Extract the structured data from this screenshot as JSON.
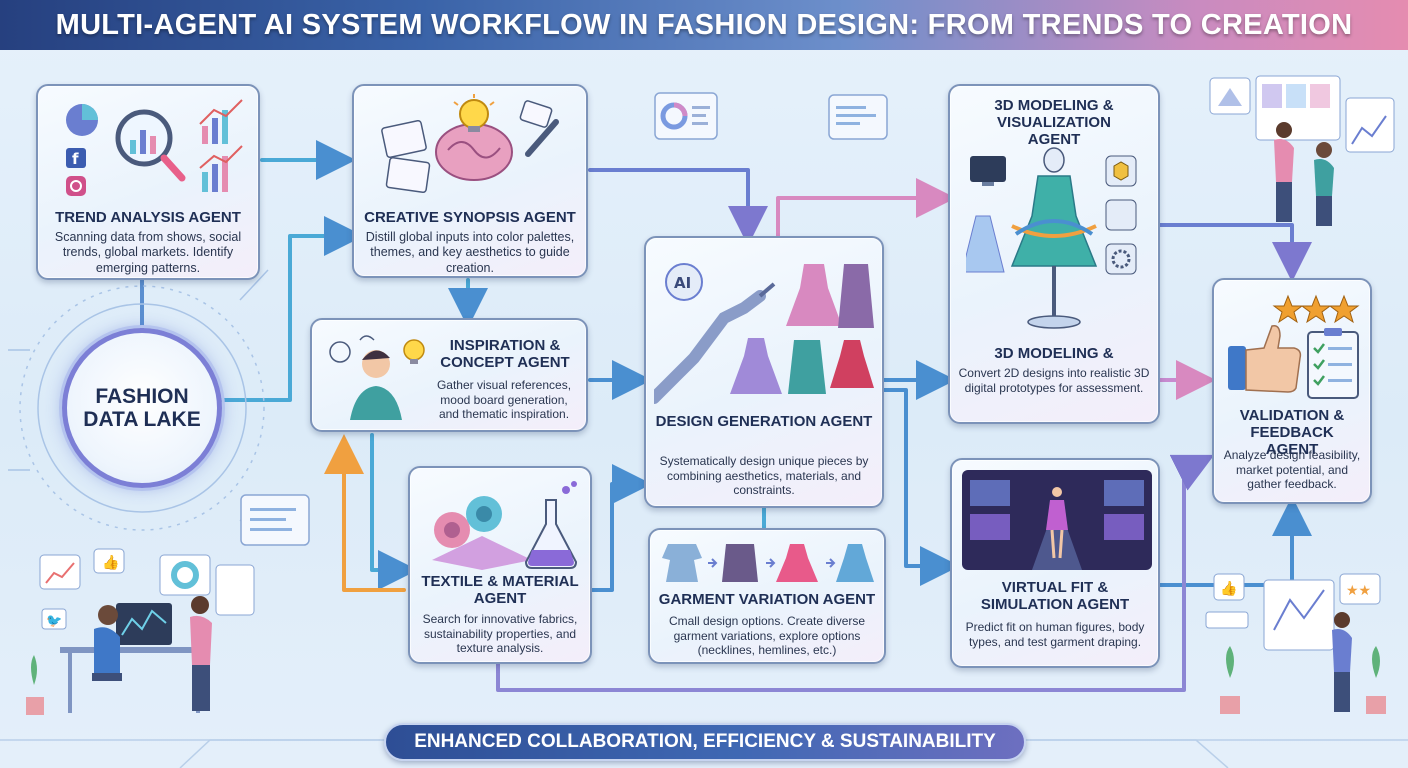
{
  "title": "MULTI-AGENT AI SYSTEM WORKFLOW IN FASHION DESIGN: FROM TRENDS TO CREATION",
  "data_lake": {
    "line1": "FASHION",
    "line2": "DATA LAKE"
  },
  "agents": {
    "trend": {
      "name": "TREND ANALYSIS AGENT",
      "desc": "Scanning data from shows, social trends, global markets. Identify emerging patterns."
    },
    "synopsis": {
      "name": "CREATIVE SYNOPSIS AGENT",
      "desc": "Distill global inputs into color palettes, themes, and key aesthetics to guide creation."
    },
    "inspiration": {
      "name": "INSPIRATION & CONCEPT AGENT",
      "desc": "Gather visual references, mood board generation, and thematic inspiration."
    },
    "design": {
      "name": "DESIGN GENERATION AGENT",
      "desc": "Systematically design unique pieces by combining aesthetics, materials, and constraints.",
      "badge": "AI"
    },
    "textile": {
      "name": "TEXTILE & MATERIAL AGENT",
      "desc": "Search for innovative fabrics, sustainability properties, and texture analysis."
    },
    "garment": {
      "name": "GARMENT VARIATION AGENT",
      "desc": "Cmall design options. Create diverse garment variations, explore options (necklines, hemlines, etc.)"
    },
    "modeling": {
      "name_top": "3D MODELING & VISUALIZATION AGENT",
      "name": "3D MODELING &",
      "desc": "Convert 2D designs into realistic 3D digital prototypes for assessment."
    },
    "virtual": {
      "name": "VIRTUAL FIT & SIMULATION AGENT",
      "desc": "Predict fit on human figures, body types, and test garment draping."
    },
    "validation": {
      "name": "VALIDATION & FEEDBACK AGENT",
      "desc": "Analyze design feasibility, market potential, and gather feedback."
    }
  },
  "footer": "ENHANCED COLLABORATION, EFFICIENCY & SUSTAINABILITY",
  "icons": [
    "pie-chart-icon",
    "facebook-icon",
    "instagram-icon",
    "twitter-icon",
    "magnifier-icon",
    "bar-chart-icon",
    "lightbulb-icon",
    "brain-icon",
    "pencil-icon",
    "person-thinking-icon",
    "robot-hand-icon",
    "dress-icon",
    "coat-icon",
    "fabric-roll-icon",
    "flask-icon",
    "mannequin-icon",
    "cube-icon",
    "gear-icon",
    "thumbs-up-icon",
    "checklist-icon",
    "star-icon",
    "plant-icon",
    "monitor-icon"
  ],
  "colors": {
    "title_start": "#26407f",
    "title_end": "#e58cb0",
    "border": "#7c93b9",
    "wire_blue": "#4aa9d6",
    "wire_purple": "#8c86d4",
    "wire_orange": "#f0a040",
    "lake_ring": "#7c7fd6",
    "footer": "#2e4e95"
  }
}
